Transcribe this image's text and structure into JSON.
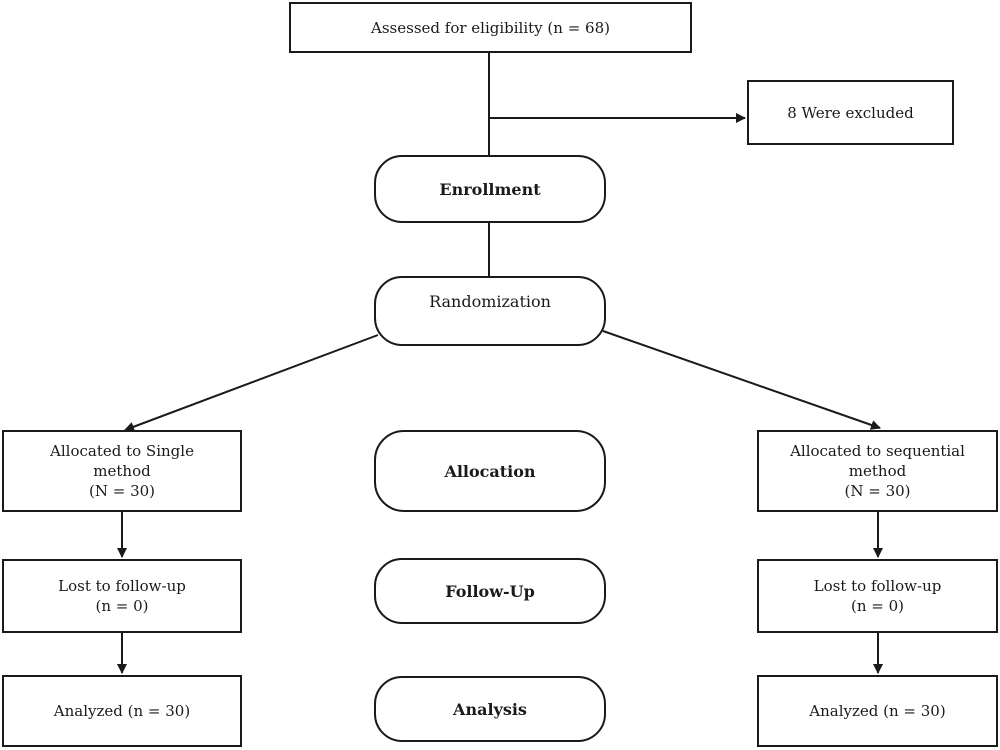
{
  "assessed": {
    "label": "Assessed for eligibility (n = 68)"
  },
  "excluded": {
    "label": "8 Were excluded"
  },
  "enrollment": {
    "label": "Enrollment"
  },
  "randomization": {
    "label": "Randomization"
  },
  "stages": {
    "allocation": "Allocation",
    "follow_up": "Follow-Up",
    "analysis": "Analysis"
  },
  "left_arm": {
    "allocated_line1": "Allocated to Single",
    "allocated_line2": "method",
    "allocated_n": "(N = 30)",
    "lost_line1": "Lost to follow-up",
    "lost_n": "(n = 0)",
    "analyzed": "Analyzed (n = 30)"
  },
  "right_arm": {
    "allocated_line1": "Allocated to sequential",
    "allocated_line2": "method",
    "allocated_n": "(N = 30)",
    "lost_line1": "Lost to follow-up",
    "lost_n": "(n = 0)",
    "analyzed": "Analyzed (n = 30)"
  }
}
